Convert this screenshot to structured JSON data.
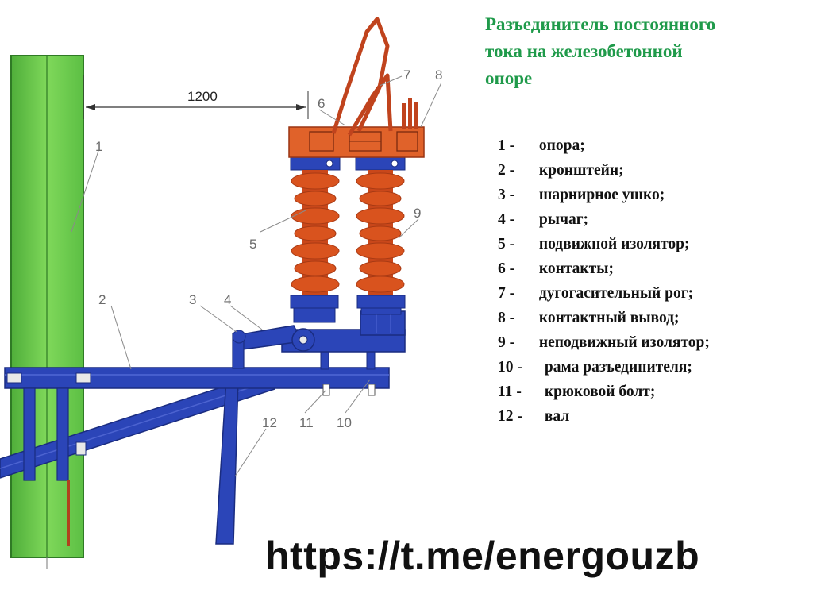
{
  "title": {
    "line1": "Разъединитель постоянного",
    "line2": "тока на железобетонной",
    "line3": "опоре"
  },
  "legend": [
    {
      "num": "1",
      "sep": "-",
      "text": "опора;"
    },
    {
      "num": "2",
      "sep": "-",
      "text": "кронштейн;"
    },
    {
      "num": "3",
      "sep": "-",
      "text": "шарнирное ушко;"
    },
    {
      "num": "4",
      "sep": "-",
      "text": "рычаг;"
    },
    {
      "num": "5",
      "sep": "-",
      "text": "подвижной изолятор;"
    },
    {
      "num": "6",
      "sep": "-",
      "text": "контакты;"
    },
    {
      "num": "7",
      "sep": "-",
      "text": "дугогасительный рог;"
    },
    {
      "num": "8",
      "sep": "-",
      "text": "контактный вывод;"
    },
    {
      "num": "9",
      "sep": "-",
      "text": "неподвижный изолятор;"
    },
    {
      "num": "10",
      "sep": "-",
      "text": "рама разъединителя;"
    },
    {
      "num": "11",
      "sep": "-",
      "text": "крюковой болт;"
    },
    {
      "num": "12",
      "sep": "-",
      "text": "вал"
    }
  ],
  "dimension": "1200",
  "callouts": [
    "1",
    "2",
    "3",
    "4",
    "5",
    "6",
    "7",
    "8",
    "9",
    "10",
    "11",
    "12"
  ],
  "url": "https://t.me/energouzb",
  "colors": {
    "title": "#1f9a4a",
    "pole": "#6fcf4c",
    "steel": "#2b45b8",
    "insulator": "#d9531e",
    "contact": "#e0622a",
    "horn": "#c0431d"
  }
}
